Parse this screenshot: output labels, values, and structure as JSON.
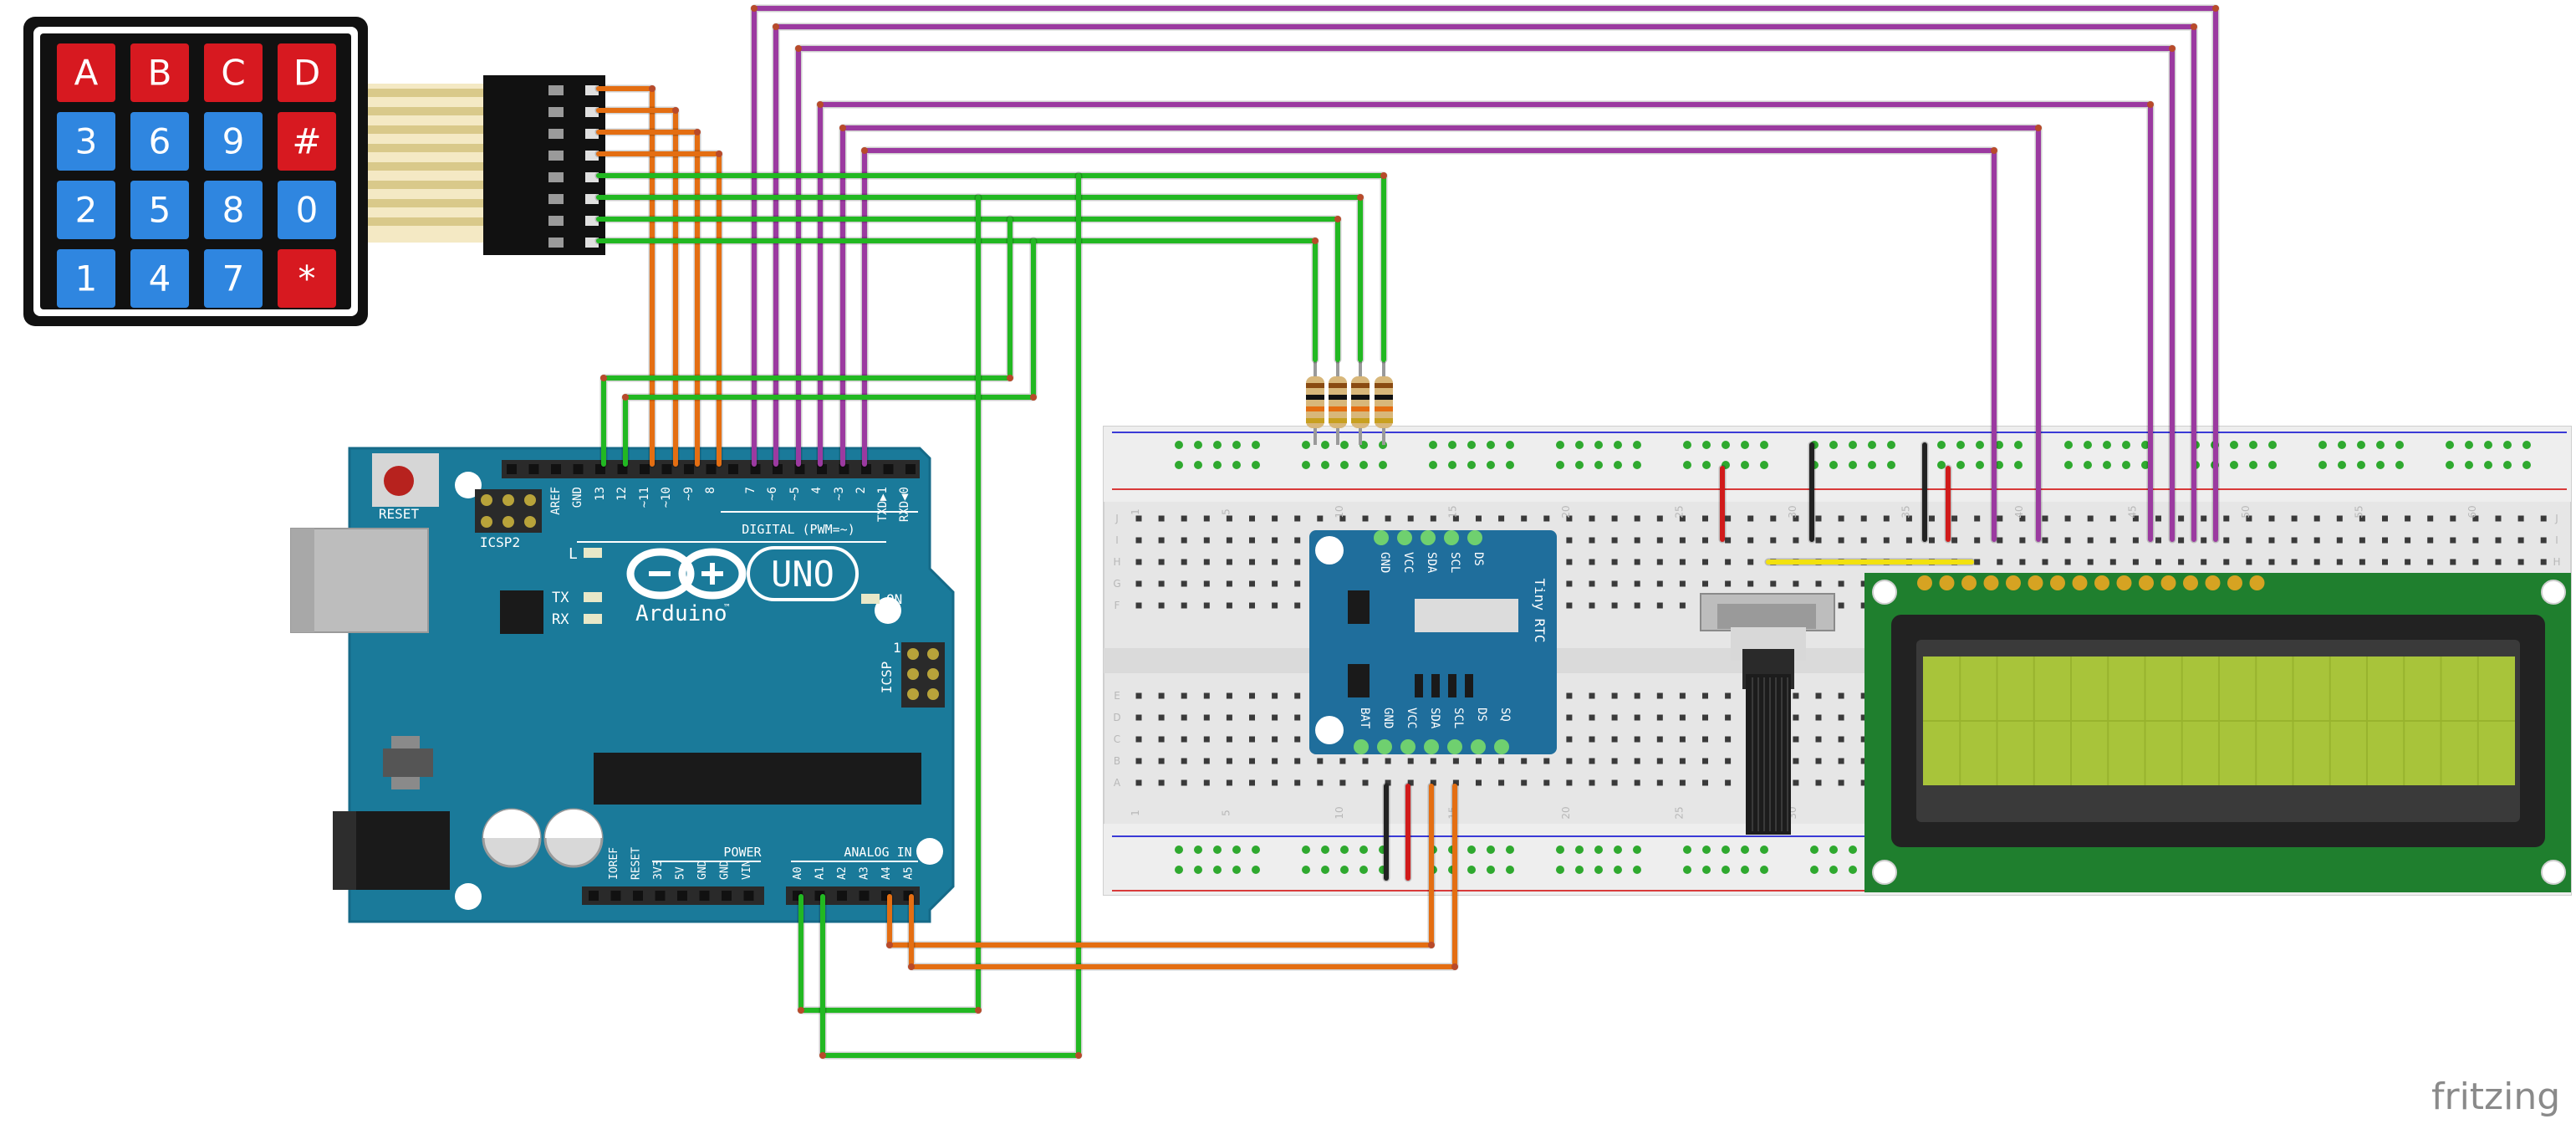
{
  "keypad": {
    "rows": [
      [
        {
          "label": "A",
          "color": "red"
        },
        {
          "label": "B",
          "color": "red"
        },
        {
          "label": "C",
          "color": "red"
        },
        {
          "label": "D",
          "color": "red"
        }
      ],
      [
        {
          "label": "3",
          "color": "blue"
        },
        {
          "label": "6",
          "color": "blue"
        },
        {
          "label": "9",
          "color": "blue"
        },
        {
          "label": "#",
          "color": "red"
        }
      ],
      [
        {
          "label": "2",
          "color": "blue"
        },
        {
          "label": "5",
          "color": "blue"
        },
        {
          "label": "8",
          "color": "blue"
        },
        {
          "label": "0",
          "color": "blue"
        }
      ],
      [
        {
          "label": "1",
          "color": "blue"
        },
        {
          "label": "4",
          "color": "blue"
        },
        {
          "label": "7",
          "color": "blue"
        },
        {
          "label": "*",
          "color": "red"
        }
      ]
    ],
    "key_red": "#d71920",
    "key_blue": "#2f86e0"
  },
  "arduino": {
    "reset_label": "RESET",
    "icsp2_label": "ICSP2",
    "icsp_label": "ICSP",
    "digital_label": "DIGITAL (PWM=~)",
    "analog_label": "ANALOG IN",
    "power_label": "POWER",
    "brand": "Arduino",
    "tm": "™",
    "model": "UNO",
    "on_label": "ON",
    "l_label": "L",
    "tx_label": "TX",
    "rx_label": "RX",
    "icsp_one": "1",
    "top_pins": [
      "AREF",
      "GND",
      "13",
      "12",
      "~11",
      "~10",
      "~9",
      "8",
      "7",
      "~6",
      "~5",
      "4",
      "~3",
      "2",
      "TXD▶1",
      "RXD◀0"
    ],
    "power_pins": [
      "IOREF",
      "RESET",
      "3V3",
      "5V",
      "GND",
      "GND",
      "VIN"
    ],
    "analog_pins": [
      "A0",
      "A1",
      "A2",
      "A3",
      "A4",
      "A5"
    ],
    "board_color": "#1a7a9a"
  },
  "rtc": {
    "title": "Tiny RTC",
    "top_pins": [
      "GND",
      "VCC",
      "SDA",
      "SCL",
      "DS"
    ],
    "bottom_pins": [
      "BAT",
      "GND",
      "VCC",
      "SDA",
      "SCL",
      "DS",
      "SQ"
    ],
    "board_color": "#1f6e9c"
  },
  "breadboard": {
    "col_numbers": [
      "1",
      "5",
      "10",
      "15",
      "20",
      "25",
      "30",
      "35",
      "40",
      "45",
      "50",
      "55",
      "60"
    ],
    "row_letters_top": [
      "J",
      "I",
      "H",
      "G",
      "F"
    ],
    "row_letters_bottom": [
      "E",
      "D",
      "C",
      "B",
      "A"
    ]
  },
  "lcd": {
    "pcb_color": "#1f7f2e",
    "screen_color": "#a8c43a"
  },
  "wire_colors": {
    "green": "#22b822",
    "orange": "#e46e12",
    "purple": "#9b3aa0",
    "red": "#d11b1b",
    "black": "#222222",
    "yellow": "#f2e10e"
  },
  "watermark": "fritzing"
}
